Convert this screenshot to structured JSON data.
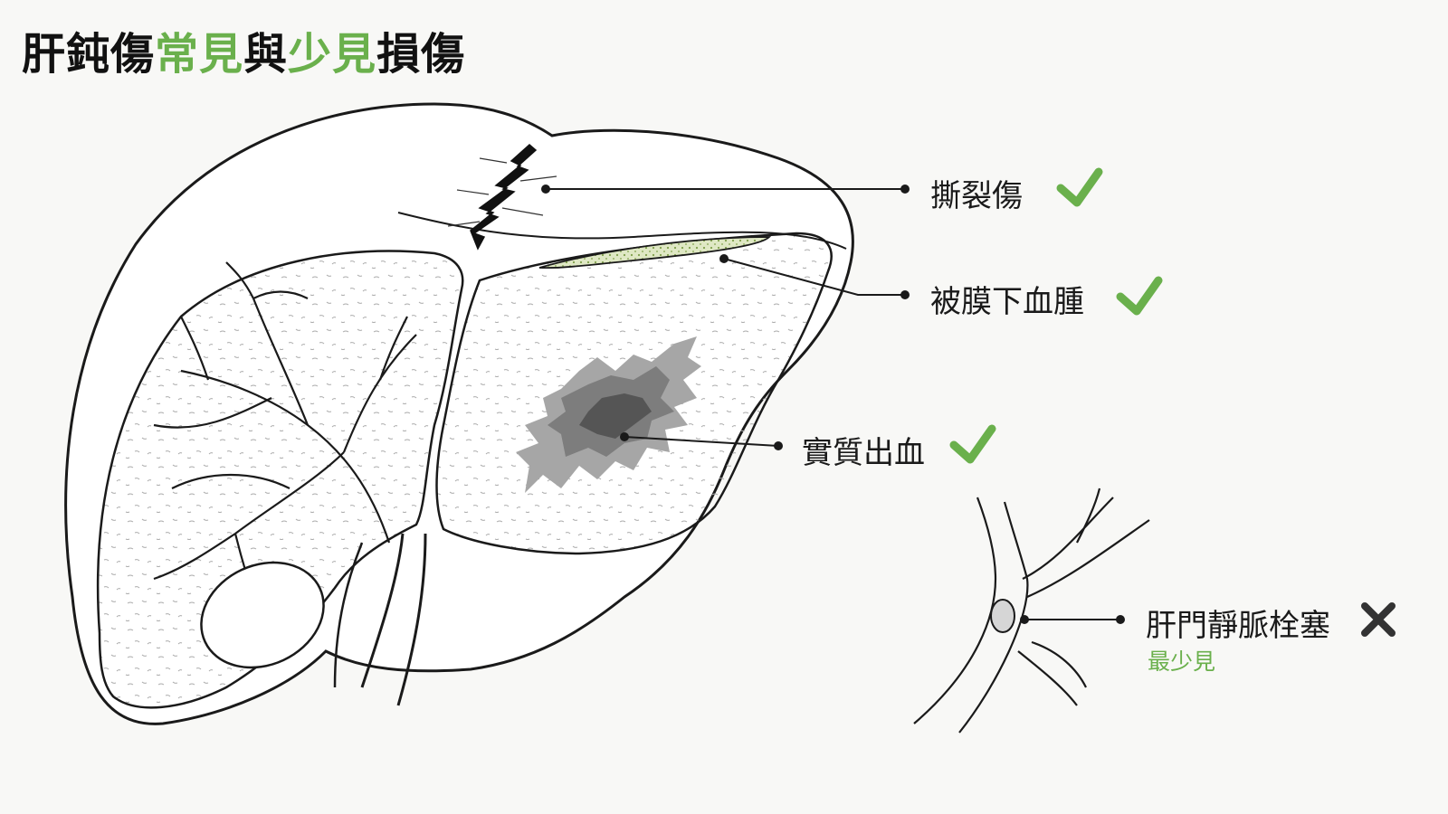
{
  "title": {
    "part1": "肝鈍傷",
    "part2": "常見",
    "part3": "與",
    "part4": "少見",
    "part5": "損傷"
  },
  "annotations": [
    {
      "label": "撕裂傷",
      "mark": "check"
    },
    {
      "label": "被膜下血腫",
      "mark": "check"
    },
    {
      "label": "實質出血",
      "mark": "check"
    },
    {
      "label": "肝門靜脈栓塞",
      "mark": "cross",
      "note": "最少見"
    }
  ],
  "colors": {
    "accent_green": "#6ab04c",
    "cross_dark": "#333333",
    "outline": "#1a1a1a",
    "hematoma_fill": "#dfe8c4",
    "hemorrhage_outer": "#a6a6a6",
    "hemorrhage_mid": "#7d7d7d",
    "hemorrhage_core": "#555555"
  }
}
